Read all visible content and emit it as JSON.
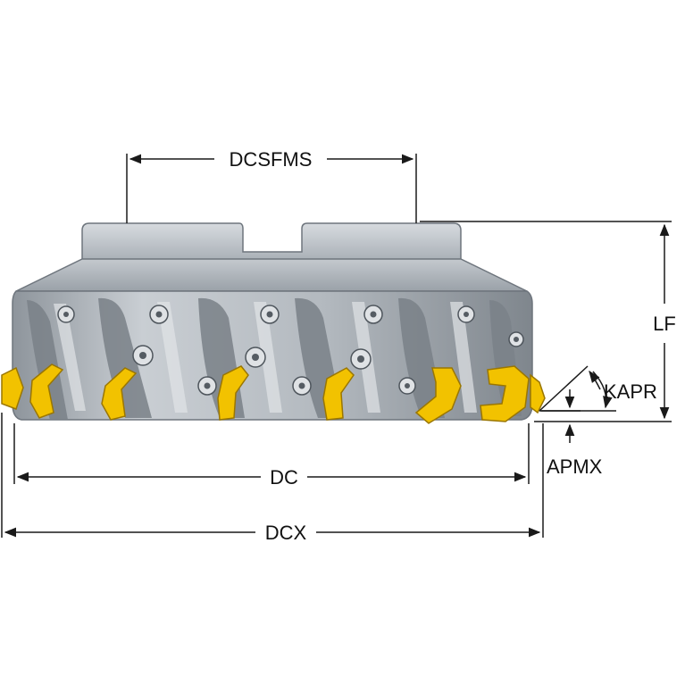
{
  "labels": {
    "dcsfms": "DCSFMS",
    "lf": "LF",
    "kapr": "KAPR",
    "apmx": "APMX",
    "dc": "DC",
    "dcx": "DCX"
  },
  "colors": {
    "body_light": "#d4d8dc",
    "body_mid": "#a9afb6",
    "body_dark": "#6e757d",
    "insert_yellow": "#f2c200",
    "insert_dark": "#b38a00",
    "line": "#1a1a1a"
  }
}
